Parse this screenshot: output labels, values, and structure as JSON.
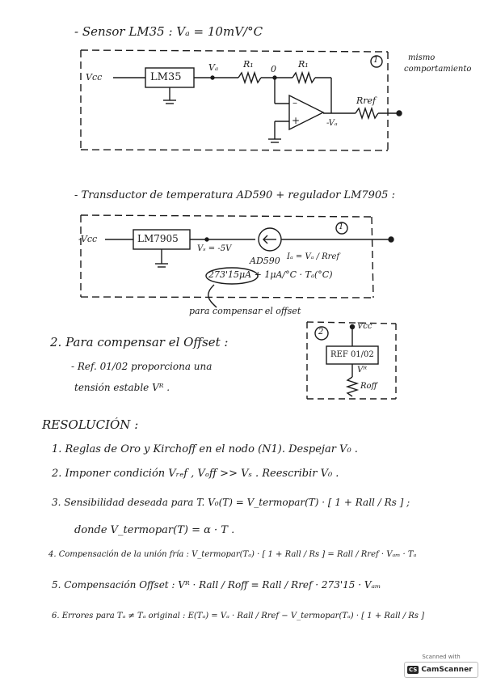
{
  "section1": {
    "title": "- Sensor LM35 : Vₐ = 10mV/°C",
    "ic": "LM35",
    "vcc": "Vcc",
    "va": "Vₐ",
    "r1a": "R₁",
    "node0": "0",
    "r1b": "R₁",
    "rref": "Rref",
    "neg_va": "-Vₐ",
    "minus": "–",
    "plus": "+",
    "circle": "1",
    "note1": "mismo",
    "note2": "comportamiento"
  },
  "section2": {
    "title": "- Transductor de temperatura AD590 + regulador LM7905 :",
    "ic": "LM7905",
    "vcc": "-Vcc",
    "vs": "Vₛ = -5V",
    "circle": "1",
    "ad590": "AD590",
    "ia": "Iₐ = Vₐ / Rref",
    "formula": "273'15μA + 1μA/°C · Tₐ(°C)",
    "note": "para compensar el offset"
  },
  "item2": {
    "title": "2. Para compensar el Offset :",
    "line1": "- Ref. 01/02 proporciona una",
    "line2": "tensión estable Vᴿ .",
    "circle": "2",
    "vcc": "Vcc",
    "ref": "REF 01/02",
    "vr": "Vᴿ",
    "roff": "Roff"
  },
  "resolucion": {
    "title": "RESOLUCIÓN :",
    "items": [
      "1. Reglas de Oro y Kirchoff en el nodo (N1). Despejar V₀ .",
      "2. Imponer condición Vᵣₑf , Vₒff >> Vₛ . Reescribir V₀ .",
      "3. Sensibilidad deseada para T. V₀(T) = V_termopar(T) · [ 1 + Rall / Rs ] ;",
      "donde V_termopar(T) = α · T .",
      "4. Compensación de la unión fría : V_termopar(Tₐ) · [ 1 + Rall / Rs ] = Rall / Rref · Vₐₘ · Tₐ",
      "5. Compensación Offset : Vᴿ · Rall / Roff = Rall / Rref · 273'15 · Vₐₘ",
      "6. Errores para Tₐ ≠ Tₐ original : E(Tₐ) = Vₐ · Rall / Rref − V_termopar(Tₐ) · [ 1 + Rall / Rs ]"
    ]
  },
  "stamp": {
    "scanned": "Scanned with",
    "logo": "CS",
    "app": "CamScanner"
  }
}
